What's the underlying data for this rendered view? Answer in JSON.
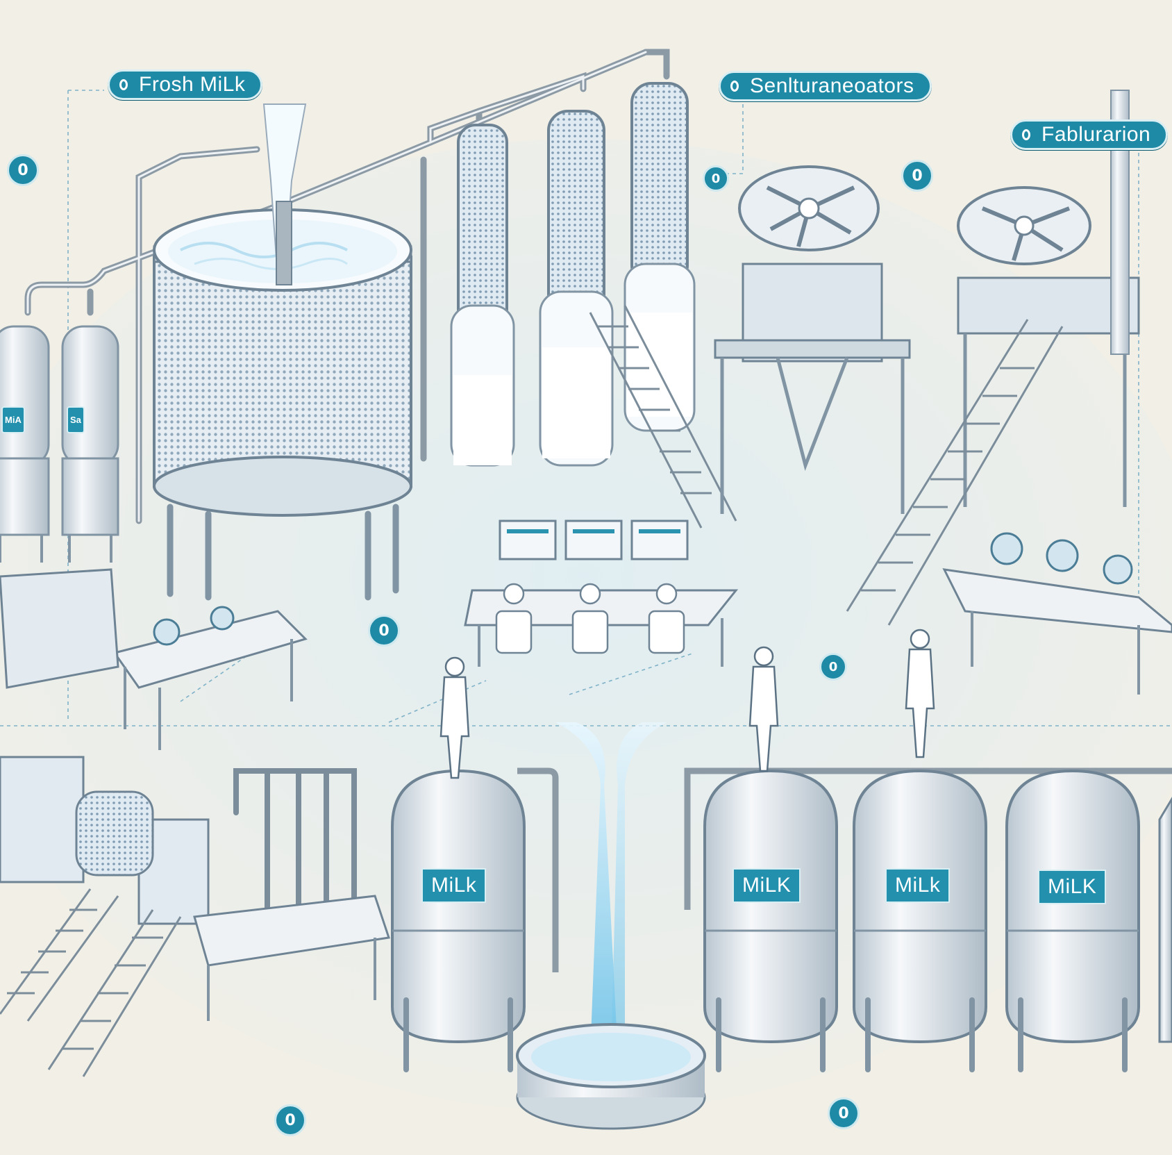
{
  "labels": {
    "fresh_milk": "Frosh MiLk",
    "separators": "Senlturaneoators",
    "fabrication": "Fablurarion"
  },
  "markers": [
    "0",
    "0",
    "0",
    "0",
    "0",
    "0",
    "0"
  ],
  "tank_tags": [
    "MiLk",
    "MiLK",
    "MiLk",
    "MiLK"
  ],
  "panel_tags": [
    "MiA",
    "Sa"
  ],
  "colors": {
    "background": "#f1efe6",
    "accent": "#1f8aa6",
    "steel": "#dfe6ec",
    "milk": "#ffffff",
    "water": "#8fd0ea"
  },
  "icons": [
    "fresh-milk-tank-icon",
    "separator-column-icon",
    "fan-tower-icon",
    "control-desk-icon",
    "milk-tank-icon",
    "worker-icon",
    "staircase-icon",
    "conveyor-icon"
  ]
}
